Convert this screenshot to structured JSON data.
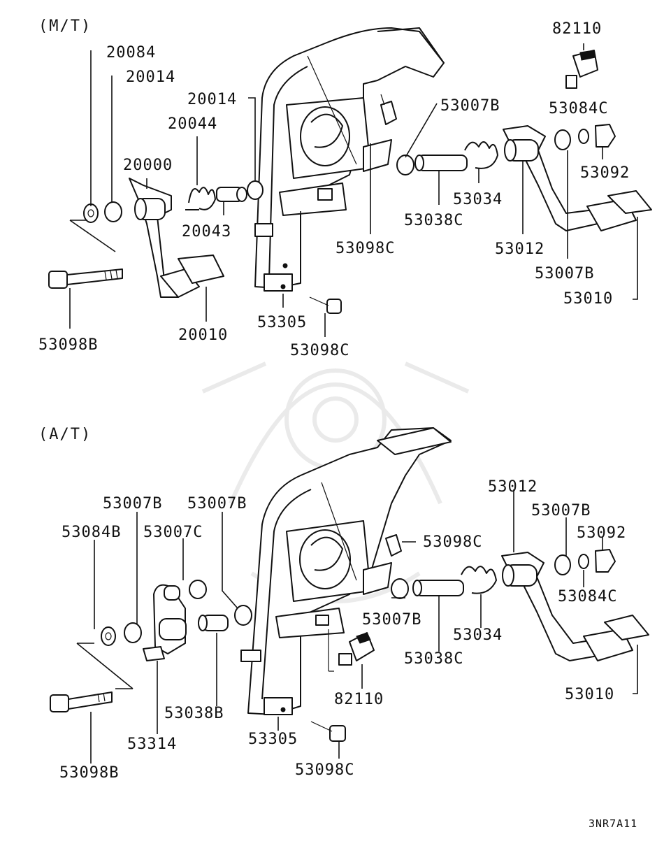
{
  "diagram": {
    "sections": [
      {
        "header": "(M/T)",
        "callouts": [
          "20084",
          "20014",
          "20014",
          "20044",
          "20000",
          "20043",
          "53098B",
          "20010",
          "53007B",
          "53034",
          "53038C",
          "53098C",
          "53305",
          "53098C",
          "82110",
          "53084C",
          "53092",
          "53012",
          "53007B",
          "53010"
        ]
      },
      {
        "header": "(A/T)",
        "callouts": [
          "53084B",
          "53007B",
          "53007C",
          "53007B",
          "53098C",
          "53012",
          "53007B",
          "53092",
          "53084C",
          "53007B",
          "53034",
          "53038C",
          "82110",
          "53010",
          "53038B",
          "53314",
          "53305",
          "53098C",
          "53098B"
        ]
      }
    ],
    "figure_code": "3NR7A11"
  }
}
